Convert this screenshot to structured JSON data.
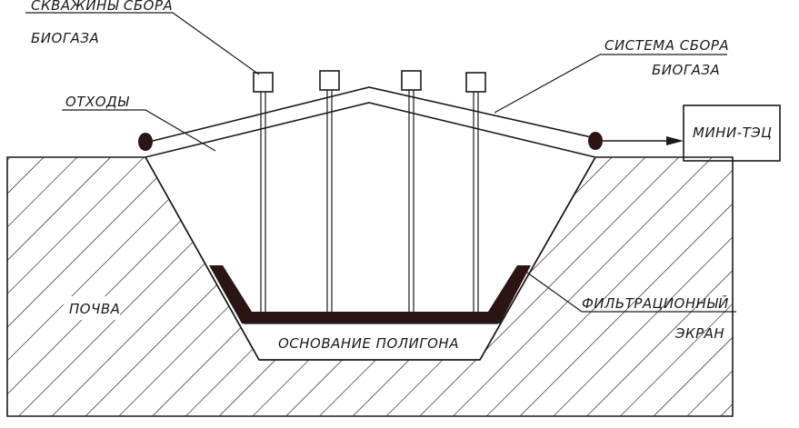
{
  "labels": {
    "wells": [
      "СКВАЖИНЫ СБОРА",
      "БИОГАЗА"
    ],
    "system": [
      "СИСТЕМА СБОРА",
      "БИОГАЗА"
    ],
    "waste": "ОТХОДЫ",
    "plant": "МИНИ-ТЭЦ",
    "soil": "ПОЧВА",
    "screen": [
      "ФИЛЬТРАЦИОННЫЙ",
      "ЭКРАН"
    ],
    "base": "ОСНОВАНИЕ ПОЛИГОНА"
  },
  "colors": {
    "line": "#1a1a1a",
    "liner": "#2a1414",
    "background": "#ffffff"
  }
}
